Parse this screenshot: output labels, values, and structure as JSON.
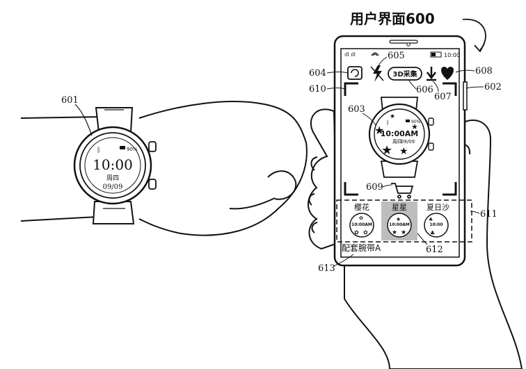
{
  "title": "用户界面600",
  "labels": {
    "l601": "601",
    "l602": "602",
    "l603": "603",
    "l604": "604",
    "l605": "605",
    "l606": "606",
    "l607": "607",
    "l608": "608",
    "l609": "609",
    "l610": "610",
    "l611": "611",
    "l612": "612",
    "l613": "613"
  },
  "wrist_watch": {
    "battery": "90%",
    "time": "10:00",
    "weekday": "周四",
    "date": "09/09"
  },
  "phone": {
    "status_time": "10:00",
    "collect_button": "3D采集",
    "preview_watch": {
      "battery": "90%",
      "time": "10:00AM",
      "weekday": "周四",
      "date": "09/09"
    },
    "styles": [
      {
        "name": "樱花",
        "face_time": "10:00AM",
        "selected": false
      },
      {
        "name": "星星",
        "face_time": "10:00AM",
        "selected": true
      },
      {
        "name": "夏日沙",
        "face_time": "10:00",
        "selected": false
      }
    ],
    "strap_label": "配套腕带A"
  },
  "icons": [
    "bluetooth-icon",
    "refresh-icon",
    "flash-off-icon",
    "download-icon",
    "heart-icon",
    "cart-icon",
    "wifi-icon",
    "signal-icon",
    "battery-icon"
  ]
}
